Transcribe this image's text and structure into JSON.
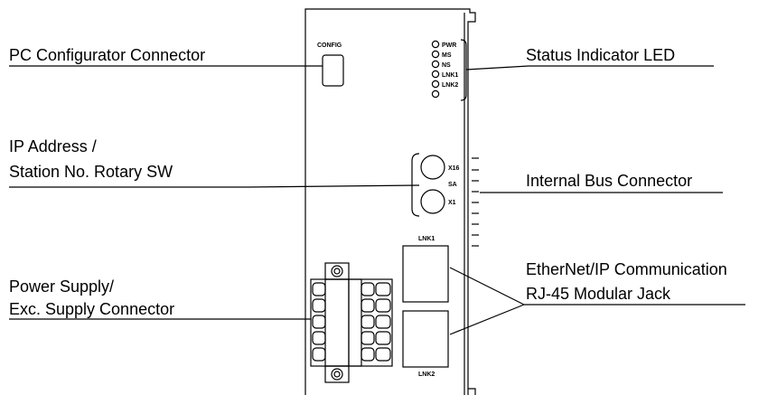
{
  "callouts": {
    "pc_configurator": "PC Configurator Connector",
    "status_led": "Status Indicator LED",
    "ip_address_line1": "IP Address /",
    "ip_address_line2": "Station No. Rotary SW",
    "internal_bus": "Internal Bus Connector",
    "ethernet_line1": "EtherNet/IP Communication",
    "ethernet_line2": "RJ-45 Modular Jack",
    "power_line1": "Power Supply/",
    "power_line2": "Exc. Supply Connector"
  },
  "device_labels": {
    "config": "CONFIG",
    "leds": [
      "PWR",
      "MS",
      "NS",
      "LNK1",
      "LNK2"
    ],
    "rotary_x16": "X16",
    "rotary_sa": "SA",
    "rotary_x1": "X1",
    "jack_top": "LNK1",
    "jack_bottom": "LNK2"
  }
}
